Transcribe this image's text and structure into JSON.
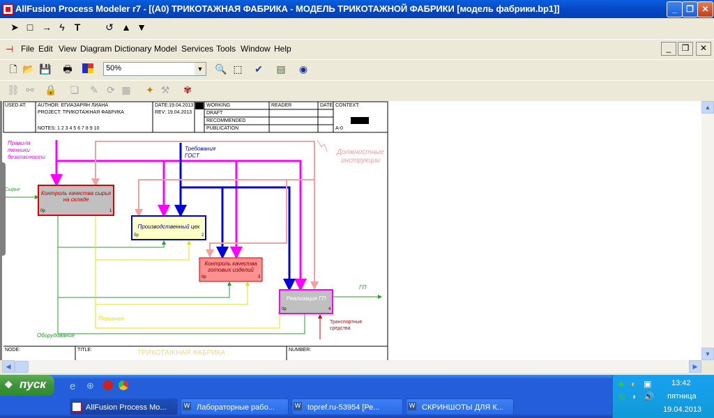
{
  "window": {
    "title": "AllFusion Process Modeler r7 - [(A0) ТРИКОТАЖНАЯ ФАБРИКА - МОДЕЛЬ ТРИКОТАЖНОЙ ФАБРИКИ  [модель фабрики.bp1]]"
  },
  "menu": [
    "File",
    "Edit",
    "View",
    "Diagram",
    "Dictionary",
    "Model",
    "Services",
    "Tools",
    "Window",
    "Help"
  ],
  "toolbar": {
    "zoom_value": "50%"
  },
  "frame": {
    "used_at": "USED AT:",
    "author": "AUTHOR:  ЕГИАЗАРЯН ЛИАНА",
    "project": "PROJECT:  ТРИКОТАЖНАЯ ФАБРИКА",
    "date": "DATE:19.04.2013",
    "rev": "REV:    19.04.2013",
    "notes": "NOTES:  1  2  3  4  5  6  7  8  9  10",
    "working": "WORKING",
    "draft": "DRAFT",
    "recommended": "RECOMMENDED",
    "publication": "PUBLICATION",
    "reader": "READER",
    "date2": "DATE",
    "context": "CONTEXT:",
    "a0": "A-0",
    "node": "NODE:",
    "title_lbl": "TITLE:",
    "title_val": "ТРИКОТАЖНАЯ ФАБРИКА",
    "number": "NUMBER:"
  },
  "diagram": {
    "boxes": [
      {
        "label": "Контроль качества сырья на складе",
        "cost": "0р",
        "num": "1"
      },
      {
        "label": "Производственный цех",
        "cost": "0р",
        "num": "2"
      },
      {
        "label": "Контроль качества готовых изделий",
        "cost": "0р",
        "num": "3"
      },
      {
        "label": "Реализация ГП",
        "cost": "0р",
        "num": "4"
      }
    ],
    "arrows": {
      "safety": "Правила техники безопасности",
      "gost": "Требования ГОСТ",
      "job": "Должностные инструкции",
      "raw": "Сырье",
      "gp": "ГП",
      "staff": "Персонал",
      "equipment": "Оборудование",
      "transport": "Транспортные средства"
    }
  },
  "taskbar": {
    "start": "пуск",
    "items": [
      "AllFusion Process Mo...",
      "Лабораторные рабо...",
      "topref.ru-53954 [Ре...",
      "СКРИНШОТЫ ДЛЯ К..."
    ],
    "clock_time": "13:42",
    "clock_day": "пятница",
    "clock_date": "19.04.2013"
  },
  "colors": {
    "magenta": "#ff00ff",
    "blue": "#0000dd",
    "pink": "#f4a0a0",
    "green": "#22a02a",
    "yellow": "#ffff33",
    "box_gray": "#c0c0c0",
    "box_red": "#ff9090",
    "box_yellow": "#ffffc8"
  }
}
